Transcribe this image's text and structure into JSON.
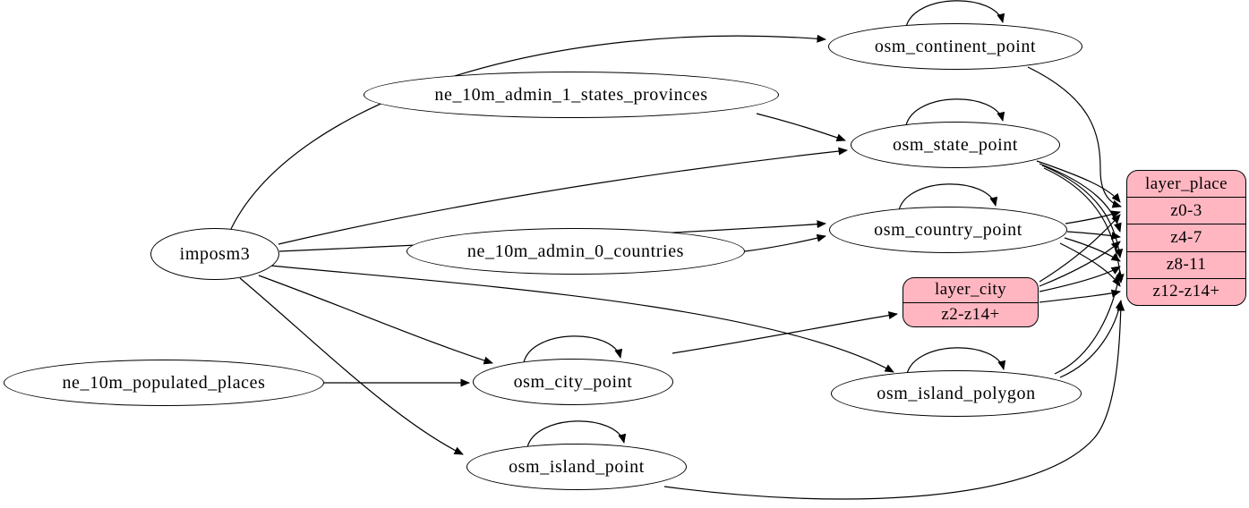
{
  "diagram": {
    "background_color": "#ffffff",
    "edge_color": "#000000",
    "ellipse_fill": "#ffffff",
    "record_fill": "#ffb6c1",
    "nodes": {
      "imposm3": {
        "label": "imposm3"
      },
      "ne_10m_admin_1_states_provinces": {
        "label": "ne_10m_admin_1_states_provinces"
      },
      "ne_10m_admin_0_countries": {
        "label": "ne_10m_admin_0_countries"
      },
      "ne_10m_populated_places": {
        "label": "ne_10m_populated_places"
      },
      "osm_continent_point": {
        "label": "osm_continent_point"
      },
      "osm_state_point": {
        "label": "osm_state_point"
      },
      "osm_country_point": {
        "label": "osm_country_point"
      },
      "osm_city_point": {
        "label": "osm_city_point"
      },
      "osm_island_polygon": {
        "label": "osm_island_polygon"
      },
      "osm_island_point": {
        "label": "osm_island_point"
      }
    },
    "layers": {
      "layer_place": {
        "title": "layer_place",
        "rows": [
          "z0-3",
          "z4-7",
          "z8-11",
          "z12-z14+"
        ]
      },
      "layer_city": {
        "title": "layer_city",
        "rows": [
          "z2-z14+"
        ]
      }
    },
    "edges": [
      {
        "from": "imposm3",
        "to": "osm_continent_point"
      },
      {
        "from": "imposm3",
        "to": "osm_state_point"
      },
      {
        "from": "imposm3",
        "to": "osm_country_point"
      },
      {
        "from": "imposm3",
        "to": "osm_city_point"
      },
      {
        "from": "imposm3",
        "to": "osm_island_polygon"
      },
      {
        "from": "imposm3",
        "to": "osm_island_point"
      },
      {
        "from": "ne_10m_admin_1_states_provinces",
        "to": "osm_state_point"
      },
      {
        "from": "ne_10m_admin_0_countries",
        "to": "osm_country_point"
      },
      {
        "from": "ne_10m_populated_places",
        "to": "osm_city_point"
      },
      {
        "from": "osm_continent_point",
        "to": "osm_continent_point"
      },
      {
        "from": "osm_state_point",
        "to": "osm_state_point"
      },
      {
        "from": "osm_country_point",
        "to": "osm_country_point"
      },
      {
        "from": "osm_city_point",
        "to": "osm_city_point"
      },
      {
        "from": "osm_island_polygon",
        "to": "osm_island_polygon"
      },
      {
        "from": "osm_island_point",
        "to": "osm_island_point"
      },
      {
        "from": "osm_continent_point",
        "to": "layer_place.z0-3"
      },
      {
        "from": "osm_state_point",
        "to": "layer_place.z0-3"
      },
      {
        "from": "osm_state_point",
        "to": "layer_place.z4-7"
      },
      {
        "from": "osm_state_point",
        "to": "layer_place.z8-11"
      },
      {
        "from": "osm_state_point",
        "to": "layer_place.z12-z14+"
      },
      {
        "from": "osm_country_point",
        "to": "layer_place.z0-3"
      },
      {
        "from": "osm_country_point",
        "to": "layer_place.z4-7"
      },
      {
        "from": "osm_country_point",
        "to": "layer_place.z8-11"
      },
      {
        "from": "osm_country_point",
        "to": "layer_place.z12-z14+"
      },
      {
        "from": "osm_city_point",
        "to": "layer_city.z2-z14+"
      },
      {
        "from": "layer_city",
        "to": "layer_place.z0-3"
      },
      {
        "from": "layer_city",
        "to": "layer_place.z4-7"
      },
      {
        "from": "layer_city",
        "to": "layer_place.z8-11"
      },
      {
        "from": "layer_city",
        "to": "layer_place.z12-z14+"
      },
      {
        "from": "osm_island_polygon",
        "to": "layer_place.z8-11"
      },
      {
        "from": "osm_island_polygon",
        "to": "layer_place.z12-z14+"
      },
      {
        "from": "osm_island_point",
        "to": "layer_place.z12-z14+"
      }
    ]
  }
}
